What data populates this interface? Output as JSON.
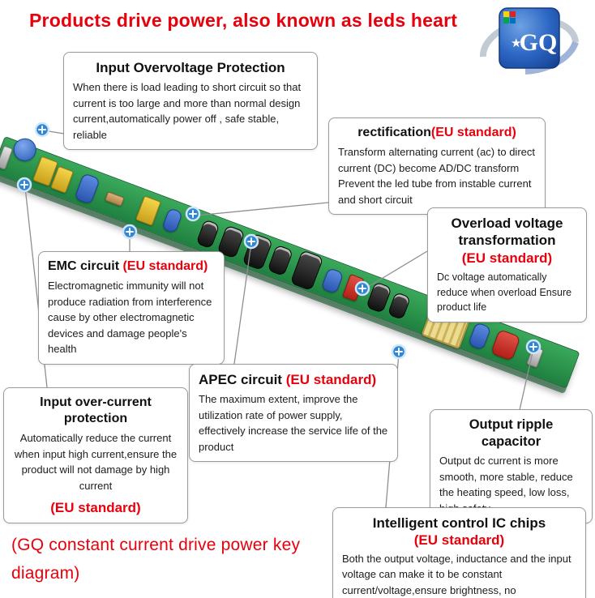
{
  "header": {
    "title": "Products drive power, also known as leds heart"
  },
  "logo": {
    "text": "GQ",
    "star": "★"
  },
  "callouts": [
    {
      "id": "input-overvoltage-protection",
      "title": "Input Overvoltage Protection",
      "body": "When there is load leading to short circuit so that current is too large and more than normal design current,automatically power off , safe stable, reliable"
    },
    {
      "id": "rectification",
      "title": "rectification",
      "title_red": "(EU standard)",
      "body": "Transform alternating current (ac) to direct current (DC) become AD/DC transform Prevent the led tube from instable current and short circuit"
    },
    {
      "id": "emc-circuit",
      "title": "EMC circuit ",
      "title_red": "(EU standard)",
      "body": "Electromagnetic immunity will not produce radiation from interference cause by other electromagnetic devices and damage people's health"
    },
    {
      "id": "overload-voltage-transformation",
      "title": "Overload voltage transformation",
      "title_red": "(EU standard)",
      "body": "Dc voltage automatically reduce when overload Ensure product life"
    },
    {
      "id": "input-over-current-protection",
      "title": "Input over-current protection",
      "body": "Automatically reduce the current when input high current,ensure the product will not damage by high current",
      "foot_red": "(EU standard)"
    },
    {
      "id": "apec-circuit",
      "title": "APEC circuit ",
      "title_red": "(EU standard)",
      "body": "The maximum extent, improve the utilization rate of power supply, effectively increase the service life of the product"
    },
    {
      "id": "output-ripple-capacitor",
      "title": "Output ripple capacitor",
      "body": "Output dc current is more smooth, more stable, reduce the heating speed, low loss, high safety"
    },
    {
      "id": "intelligent-control-ic-chips",
      "title": "Intelligent control IC chips",
      "title_red": "(EU standard)",
      "body": "Both the output voltage, inductance and the input voltage can make it to be constant current/voltage,ensure brightness,  no stroboscopic"
    }
  ],
  "footer": {
    "caption": "(GQ constant current drive power key diagram)"
  },
  "colors": {
    "accent_red": "#e8000d",
    "pcb_green": "#2f9e4c",
    "marker_blue": "#2f86d6",
    "logo_blue": "#1b57b5"
  }
}
